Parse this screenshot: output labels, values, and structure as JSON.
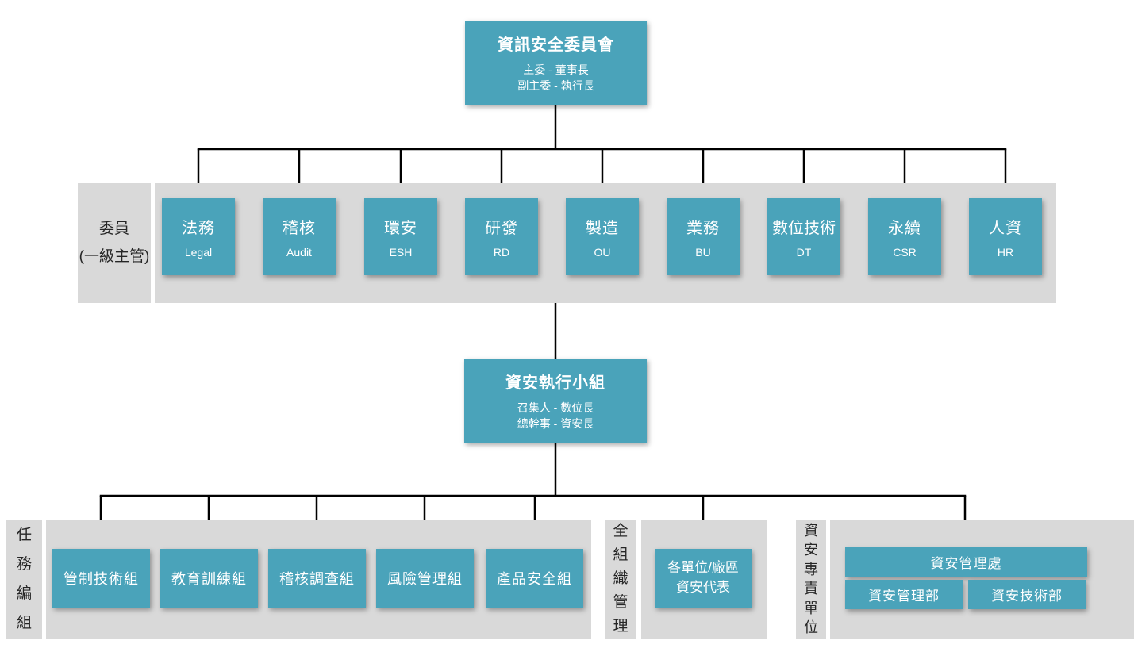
{
  "colors": {
    "teal": "#4aa3ba",
    "band_gray": "#d9d9d9",
    "line": "#000000"
  },
  "top_committee": {
    "title": "資訊安全委員會",
    "line1": "主委 - 董事長",
    "line2": "副主委 - 執行長"
  },
  "members_row": {
    "label_line1": "委員",
    "label_line2": "(一級主管)",
    "boxes": [
      {
        "zh": "法務",
        "en": "Legal"
      },
      {
        "zh": "稽核",
        "en": "Audit"
      },
      {
        "zh": "環安",
        "en": "ESH"
      },
      {
        "zh": "研發",
        "en": "RD"
      },
      {
        "zh": "製造",
        "en": "OU"
      },
      {
        "zh": "業務",
        "en": "BU"
      },
      {
        "zh": "數位技術",
        "en": "DT"
      },
      {
        "zh": "永續",
        "en": "CSR"
      },
      {
        "zh": "人資",
        "en": "HR"
      }
    ]
  },
  "exec_team": {
    "title": "資安執行小組",
    "line1": "召集人 - 數位長",
    "line2": "總幹事 - 資安長"
  },
  "task_force": {
    "label": "任務編組",
    "boxes": [
      "管制技術組",
      "教育訓練組",
      "稽核調查組",
      "風險管理組",
      "產品安全組"
    ]
  },
  "org_wide": {
    "label": "全組織管理",
    "box_line1": "各單位/廠區",
    "box_line2": "資安代表"
  },
  "dedicated_unit": {
    "label": "資安專責單位",
    "division": "資安管理處",
    "dept1": "資安管理部",
    "dept2": "資安技術部"
  }
}
